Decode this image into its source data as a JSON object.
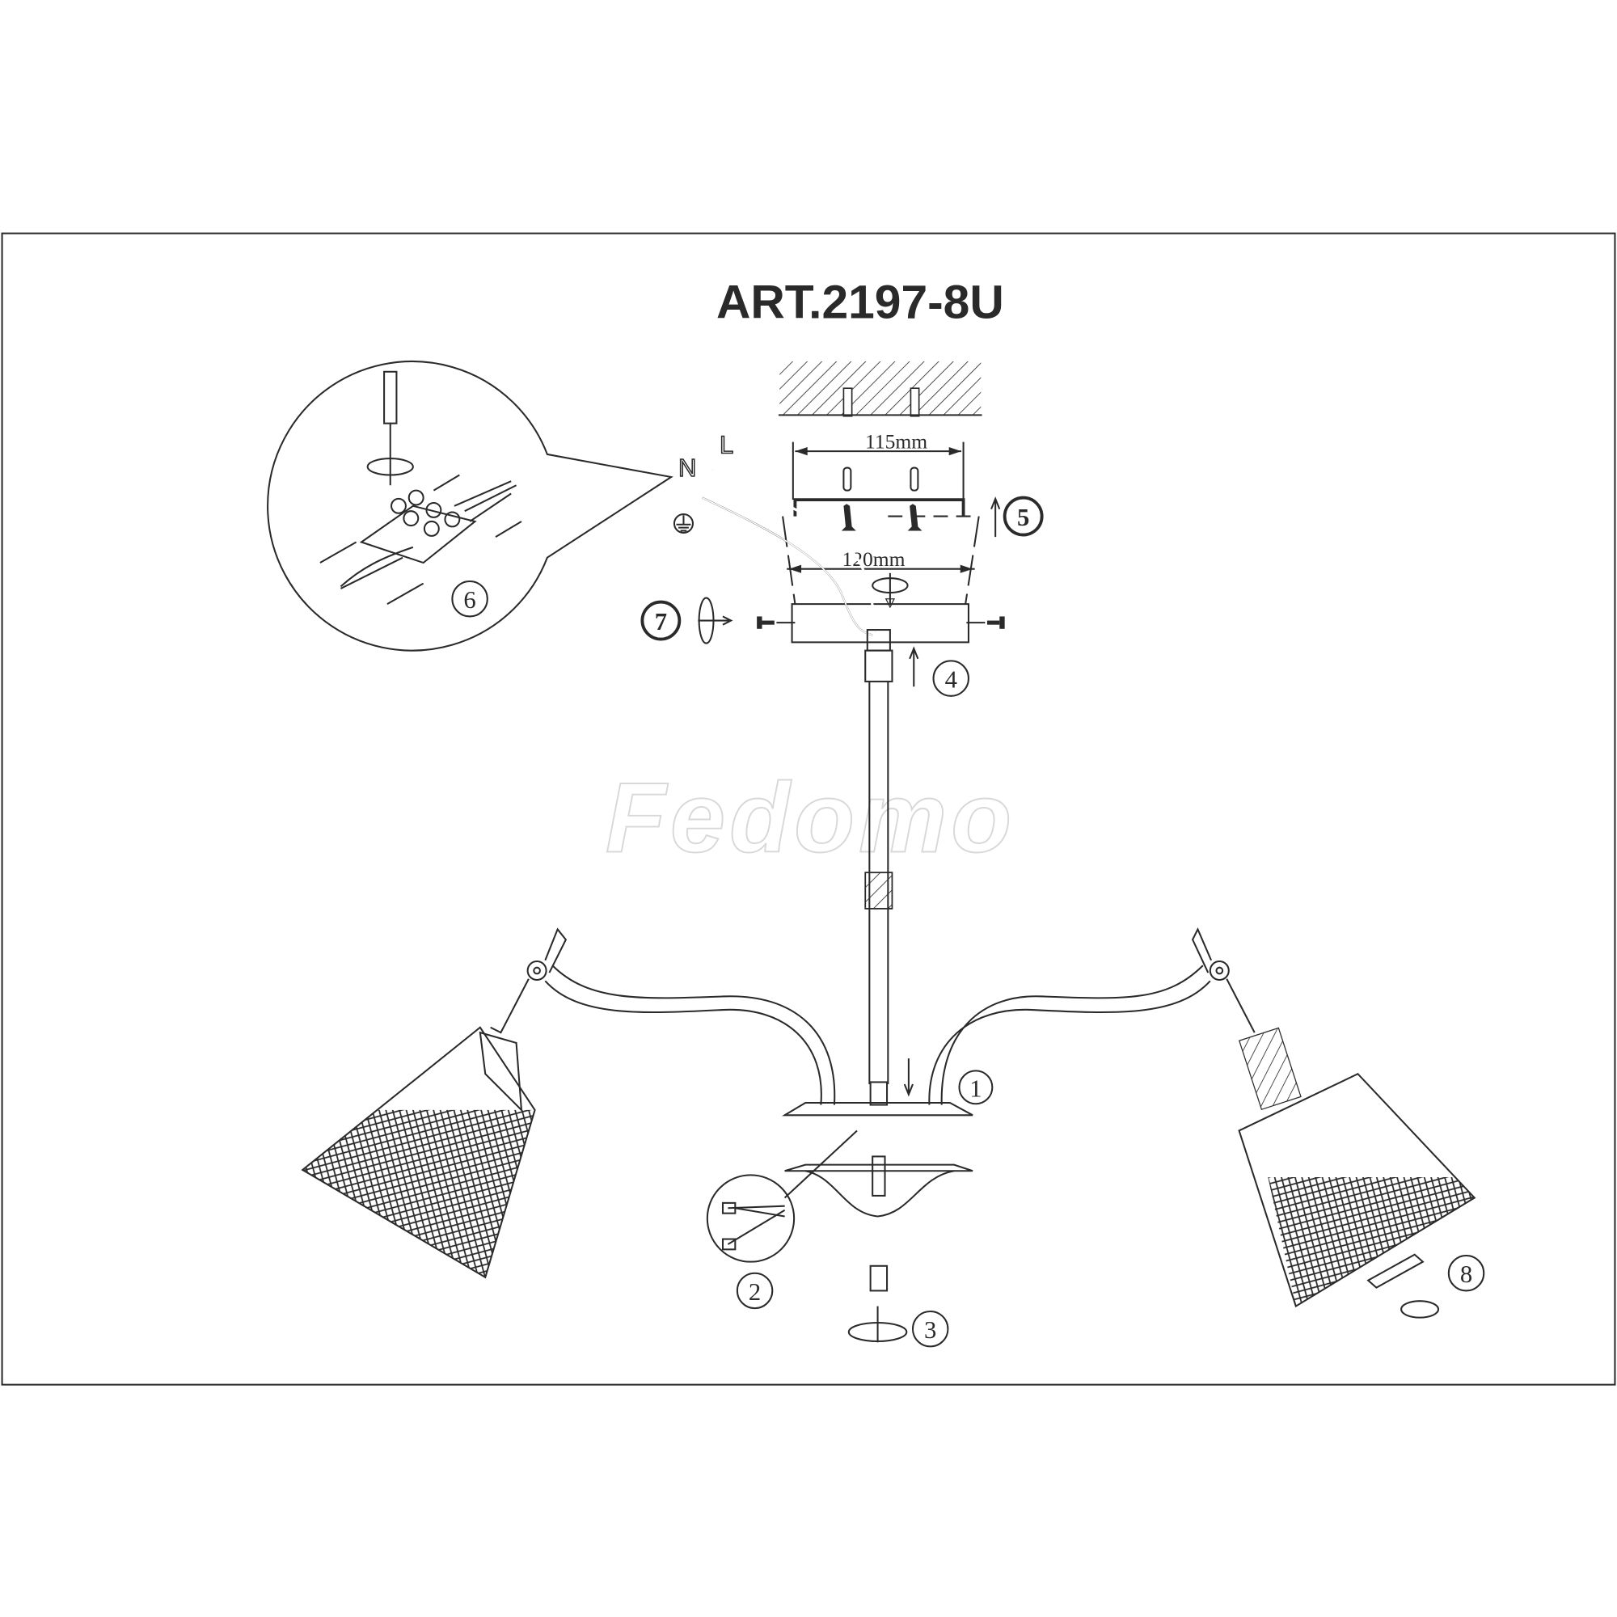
{
  "title": "ART.2197-8U",
  "watermark": "Fedomo",
  "dimensions": {
    "top_width": "115mm",
    "canopy_width": "120mm"
  },
  "wire_labels": {
    "neutral": "N",
    "live": "L",
    "earth_icon": "ground-symbol"
  },
  "steps": [
    "1",
    "2",
    "3",
    "4",
    "5",
    "6",
    "7",
    "8"
  ],
  "colors": {
    "line": "#2a2a2a",
    "watermark": "#d8d8d8",
    "background": "#ffffff"
  }
}
